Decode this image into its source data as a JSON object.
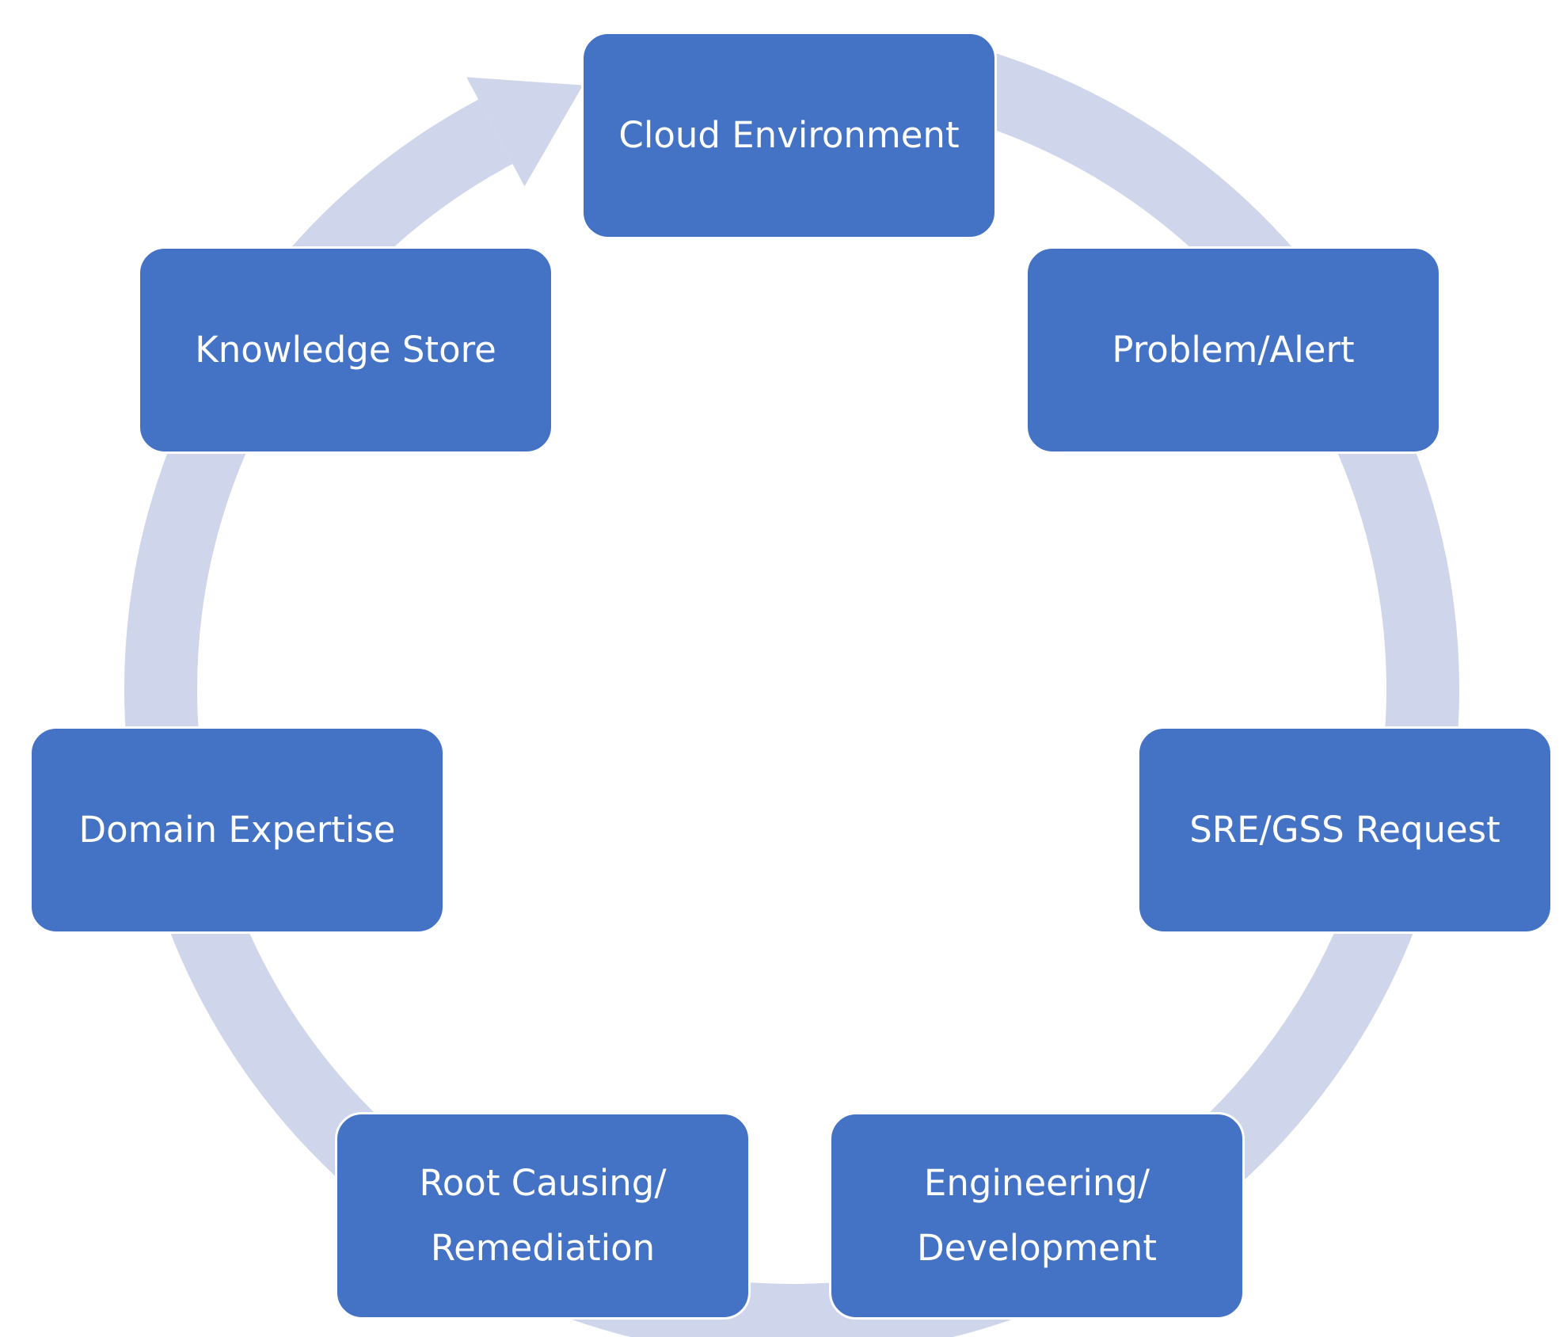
{
  "colors": {
    "node_fill": "#4472C4",
    "node_border": "#FFFFFF",
    "node_text": "#FFFFFF",
    "cycle_arrow": "#CFD5EA",
    "background": "#FFFFFF"
  },
  "cycle": {
    "direction": "clockwise",
    "nodes": [
      {
        "label": "Cloud Environment"
      },
      {
        "label": "Problem/Alert"
      },
      {
        "label": "SRE/GSS Request"
      },
      {
        "label": "Engineering/\nDevelopment"
      },
      {
        "label": "Root Causing/\nRemediation"
      },
      {
        "label": "Domain Expertise"
      },
      {
        "label": "Knowledge Store"
      }
    ]
  }
}
